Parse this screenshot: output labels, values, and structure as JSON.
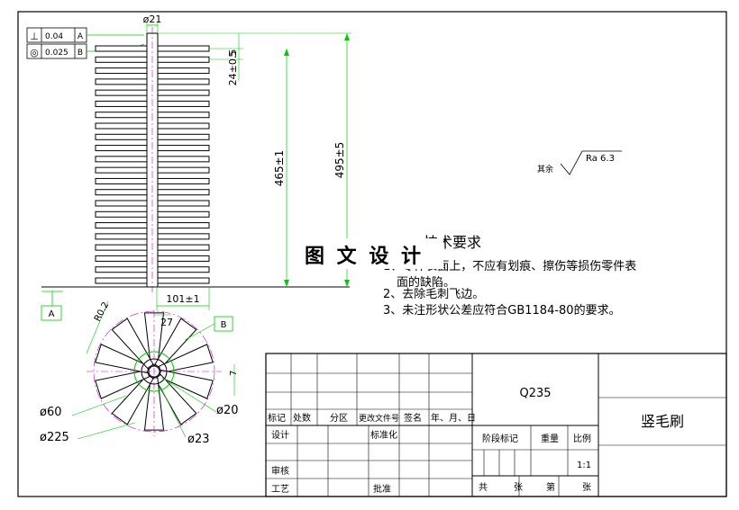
{
  "colors": {
    "frame": "#000000",
    "dimension": "#00cc00",
    "centerline": "#cc00cc",
    "label": "#33aa33",
    "text": "#000000"
  },
  "tolerance_frames": [
    {
      "symbol": "⊥",
      "value": "0.04",
      "datum": "A"
    },
    {
      "symbol": "◎",
      "value": "0.025",
      "datum": "B"
    }
  ],
  "dims": {
    "shaft_dia": "ø21",
    "pitch": "24±0.5",
    "top_offset": "5",
    "len_465": "465±1",
    "len_495": "495±5",
    "width_101": "101±1",
    "ref_r": "R0.2",
    "small_27": "27",
    "small_7": "7",
    "d60": "ø60",
    "d20": "ø20",
    "d225": "ø225",
    "d23": "ø23"
  },
  "datum_labels": {
    "a": "A",
    "b": "B"
  },
  "surface": {
    "prefix": "其余",
    "value": "Ra 6.3"
  },
  "watermark": "图 文 设 计",
  "requirements": {
    "title": "技术要求",
    "item1a": "1、零件表面上，不应有划痕、擦伤等损伤零件表",
    "item1b": "面的缺陷。",
    "item2": "2、去除毛刺飞边。",
    "item3": "3、未注形状公差应符合GB1184-80的要求。"
  },
  "title_block": {
    "material": "Q235",
    "part_name": "竖毛刷",
    "rev_headers": [
      "标记",
      "处数",
      "分区",
      "更改文件号",
      "签名",
      "年、月、日"
    ],
    "design": "设计",
    "standardize": "标准化",
    "review": "审核",
    "process": "工艺",
    "approve": "批准",
    "stage_mark": "阶段标记",
    "weight": "重量",
    "scale": "比例",
    "scale_value": "1:1",
    "total": "共",
    "sheets": "张",
    "sheet_no": "第",
    "sheets2": "张"
  }
}
